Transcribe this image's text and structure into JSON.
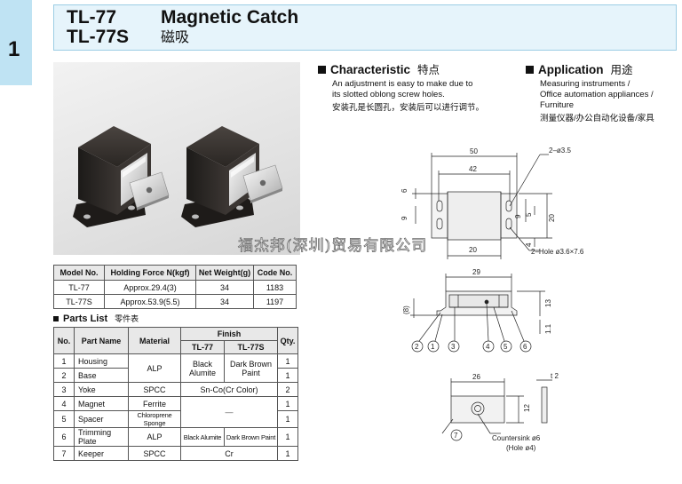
{
  "section_number": "1",
  "header": {
    "model_1": "TL-77",
    "model_2": "TL-77S",
    "title_en": "Magnetic Catch",
    "title_cn": "磁吸"
  },
  "characteristic": {
    "title": "Characteristic",
    "title_cn": "特点",
    "line_1": "An adjustment is easy to make due to",
    "line_2": "its slotted oblong screw holes.",
    "line_cn": "安装孔是长圆孔，安装后可以进行调节。"
  },
  "application": {
    "title": "Application",
    "title_cn": "用途",
    "line_1": "Measuring instruments /",
    "line_2": "Office automation appliances /",
    "line_3": "Furniture",
    "line_cn": "测量仪器/办公自动化设备/家具"
  },
  "spec_table": {
    "headers": [
      "Model No.",
      "Holding Force N(kgf)",
      "Net Weight(g)",
      "Code No."
    ],
    "rows": [
      [
        "TL-77",
        "Approx.29.4(3)",
        "34",
        "1183"
      ],
      [
        "TL-77S",
        "Approx.53.9(5.5)",
        "34",
        "1197"
      ]
    ]
  },
  "parts_list": {
    "title": "Parts List",
    "title_cn": "零件表",
    "h_no": "No.",
    "h_name": "Part Name",
    "h_material": "Material",
    "h_finish": "Finish",
    "h_tl77": "TL-77",
    "h_tl77s": "TL-77S",
    "h_qty": "Qty.",
    "rows": [
      {
        "no": "1",
        "name": "Housing",
        "qty": "1"
      },
      {
        "no": "2",
        "name": "Base",
        "qty": "1"
      },
      {
        "no": "3",
        "name": "Yoke",
        "material": "SPCC",
        "finish": "Sn-Co(Cr Color)",
        "qty": "2"
      },
      {
        "no": "4",
        "name": "Magnet",
        "material": "Ferrite",
        "finish": "—",
        "qty": "1"
      },
      {
        "no": "5",
        "name": "Spacer",
        "material": "Chloroprene Sponge",
        "qty": "1"
      },
      {
        "no": "6",
        "name": "Trimming Plate",
        "material": "ALP",
        "finish_a": "Black Alumite",
        "finish_b": "Dark Brown Paint",
        "qty": "1"
      },
      {
        "no": "7",
        "name": "Keeper",
        "material": "SPCC",
        "finish": "Cr",
        "qty": "1"
      }
    ],
    "housing_base_material": "ALP",
    "housing_base_finish_a_1": "Black",
    "housing_base_finish_a_2": "Alumite",
    "housing_base_finish_b_1": "Dark Brown",
    "housing_base_finish_b_2": "Paint"
  },
  "watermark": "福杰邦(深圳)贸易有限公司",
  "drawing": {
    "d_50": "50",
    "d_42": "42",
    "d_2_35": "2–ø3.5",
    "d_6": "6",
    "d_9a": "9",
    "d_9b": "9",
    "d_5": "5",
    "d_20v": "20",
    "d_4": "4",
    "d_20h": "20",
    "d_hole": "2–Hole ø3.6×7.6",
    "d_29": "29",
    "d_8": "(8)",
    "d_13": "13",
    "d_11": "1.1",
    "d_26": "26",
    "d_12": "12",
    "d_t2": "t 2",
    "countersink": "Countersink ø6",
    "hole4": "(Hole ø4)",
    "balloons_side": [
      "2",
      "1",
      "3",
      "4",
      "5",
      "6"
    ],
    "balloon_keeper": "7"
  },
  "colors": {
    "tab": "#bfe3f3",
    "header_bg": "#e6f4fb",
    "header_border": "#9ccde4"
  }
}
